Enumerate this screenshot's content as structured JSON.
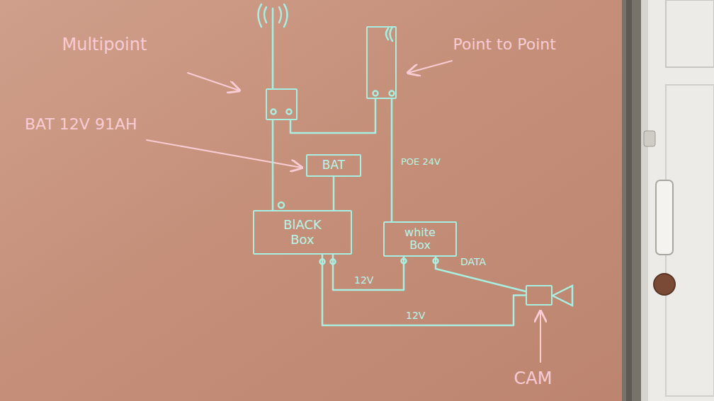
{
  "diagram": {
    "nodes": [
      {
        "text": [
          "Multipoint"
        ]
      },
      {
        "text": [
          "Point to Point"
        ]
      },
      {
        "text": [
          "BAT"
        ]
      },
      {
        "text": [
          "BlACK Box"
        ]
      },
      {
        "text": [
          "white Box"
        ]
      },
      {
        "text": [
          "CAM"
        ]
      }
    ],
    "edges": [
      {
        "from": 0,
        "to": 3,
        "arrow": "none"
      },
      {
        "from": 0,
        "to": 1,
        "arrow": "none"
      },
      {
        "from": 1,
        "to": 4,
        "label": "POE 24V",
        "arrow": "none"
      },
      {
        "from": 2,
        "to": 3,
        "arrow": "none"
      },
      {
        "from": 3,
        "to": 4,
        "label": "12V",
        "arrow": "none"
      },
      {
        "from": 3,
        "to": 5,
        "label": "12V",
        "arrow": "none"
      },
      {
        "from": 4,
        "to": 5,
        "label": "DATA",
        "arrow": "none"
      }
    ],
    "labels": [
      "BAT 12V 91AH"
    ]
  }
}
